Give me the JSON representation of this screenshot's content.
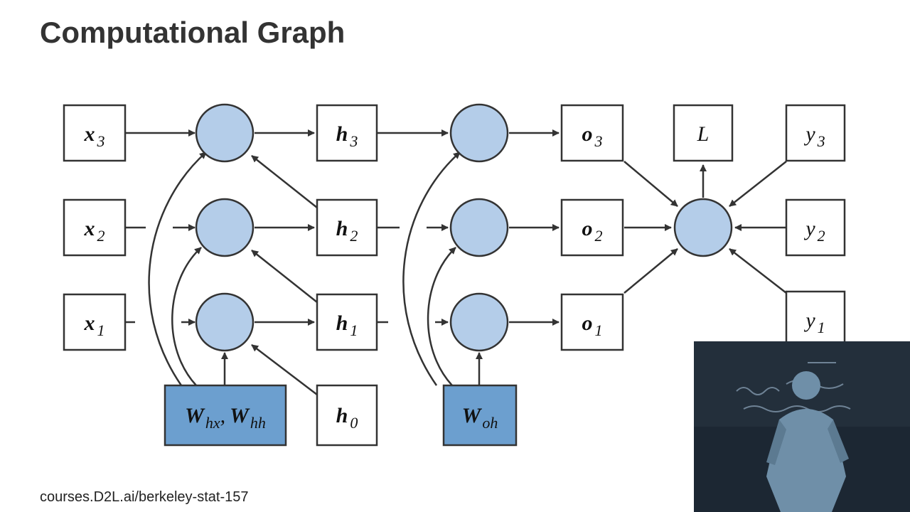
{
  "slide": {
    "title": "Computational Graph",
    "footer": "courses.D2L.ai/berkeley-stat-157"
  },
  "colors": {
    "node_fill": "#b4cde9",
    "param_fill": "#6c9fcf",
    "stroke": "#333333",
    "title": "#333333"
  },
  "nodes": {
    "x3": {
      "var": "x",
      "sub": "3"
    },
    "x2": {
      "var": "x",
      "sub": "2"
    },
    "x1": {
      "var": "x",
      "sub": "1"
    },
    "h3": {
      "var": "h",
      "sub": "3"
    },
    "h2": {
      "var": "h",
      "sub": "2"
    },
    "h1": {
      "var": "h",
      "sub": "1"
    },
    "h0": {
      "var": "h",
      "sub": "0"
    },
    "o3": {
      "var": "o",
      "sub": "3"
    },
    "o2": {
      "var": "o",
      "sub": "2"
    },
    "o1": {
      "var": "o",
      "sub": "1"
    },
    "y3": {
      "var": "y",
      "sub": "3"
    },
    "y2": {
      "var": "y",
      "sub": "2"
    },
    "y1": {
      "var": "y",
      "sub": "1"
    },
    "L": {
      "var": "L",
      "sub": ""
    },
    "w_hidden": {
      "var1": "W",
      "sub1": "hx",
      "sep": ",",
      "var2": "W",
      "sub2": "hh"
    },
    "w_out": {
      "var": "W",
      "sub": "oh"
    }
  },
  "video": {
    "description_icon": "presenter-video-icon"
  }
}
